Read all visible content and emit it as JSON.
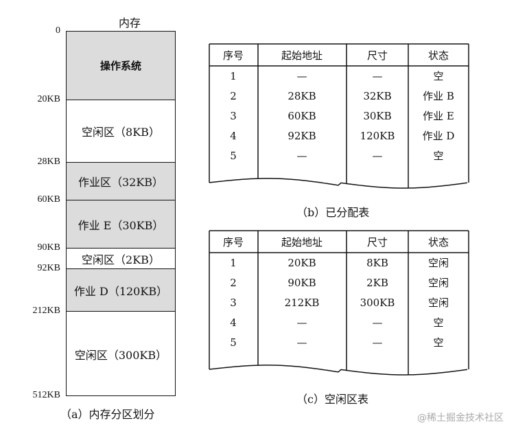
{
  "memory": {
    "title": "内存",
    "segments": [
      {
        "label": "操作系统",
        "shaded": true
      },
      {
        "label": "空闲区（8KB）",
        "shaded": false
      },
      {
        "label": "作业区（32KB）",
        "shaded": true
      },
      {
        "label": "作业 E（30KB）",
        "shaded": true
      },
      {
        "label": "空闲区（2KB）",
        "shaded": false
      },
      {
        "label": "作业 D（120KB）",
        "shaded": true
      },
      {
        "label": "空闲区（300KB）",
        "shaded": false
      }
    ],
    "addresses": [
      "0",
      "20KB",
      "28KB",
      "60KB",
      "90KB",
      "92KB",
      "212KB",
      "512KB"
    ],
    "caption": "（a）内存分区划分"
  },
  "allocated_table": {
    "headers": [
      "序号",
      "起始地址",
      "尺寸",
      "状态"
    ],
    "rows": [
      [
        "1",
        "—",
        "—",
        "空"
      ],
      [
        "2",
        "28KB",
        "32KB",
        "作业 B"
      ],
      [
        "3",
        "60KB",
        "30KB",
        "作业 E"
      ],
      [
        "4",
        "92KB",
        "120KB",
        "作业 D"
      ],
      [
        "5",
        "—",
        "—",
        "空"
      ]
    ],
    "caption": "（b）已分配表"
  },
  "free_table": {
    "headers": [
      "序号",
      "起始地址",
      "尺寸",
      "状态"
    ],
    "rows": [
      [
        "1",
        "20KB",
        "8KB",
        "空闲"
      ],
      [
        "2",
        "90KB",
        "2KB",
        "空闲"
      ],
      [
        "3",
        "212KB",
        "300KB",
        "空闲"
      ],
      [
        "4",
        "—",
        "—",
        "空"
      ],
      [
        "5",
        "—",
        "—",
        "空"
      ]
    ],
    "caption": "（c）空闲区表"
  },
  "watermark": "@稀土掘金技术社区"
}
